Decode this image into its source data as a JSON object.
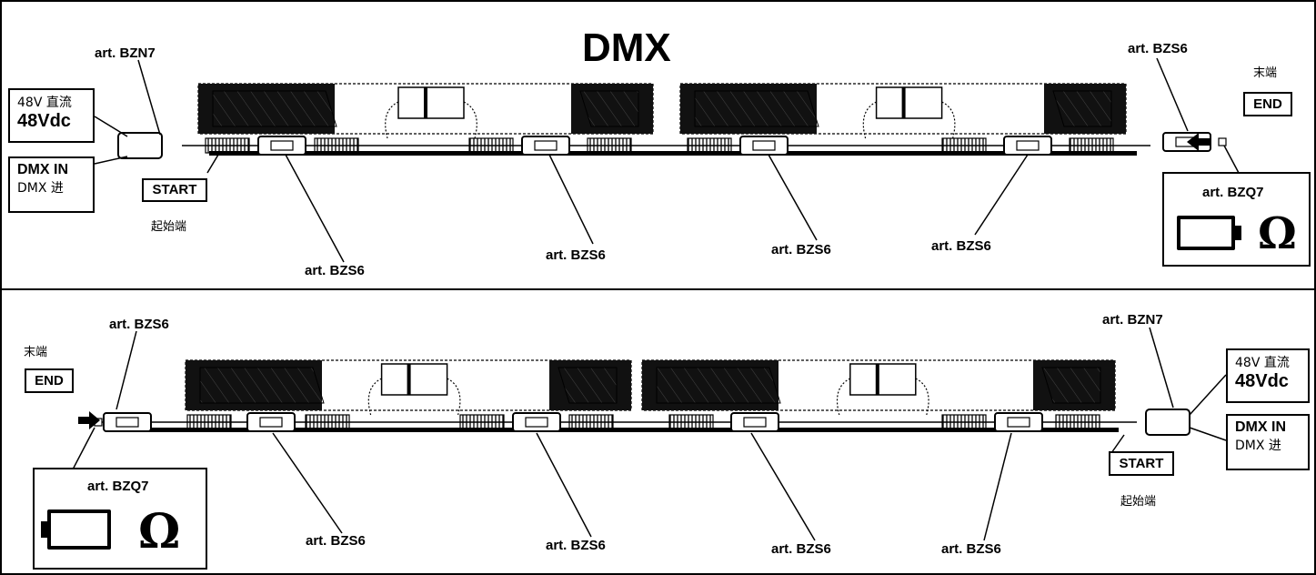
{
  "title": "DMX",
  "top_row": {
    "power_box": {
      "line1": "48V 直流",
      "line2": "48Vdc"
    },
    "dmx_box": {
      "line1": "DMX IN",
      "line2": "DMX 进"
    },
    "start_tag": "START",
    "start_cn": "起始端",
    "end_tag": "END",
    "end_cn": "末端",
    "connector_label": "art. BZN7",
    "end_connector_label": "art. BZS6",
    "terminator_label": "art. BZQ7",
    "omega": "Ω",
    "link_labels": [
      "art. BZS6",
      "art. BZS6",
      "art. BZS6",
      "art. BZS6"
    ]
  },
  "bottom_row": {
    "power_box": {
      "line1": "48V 直流",
      "line2": "48Vdc"
    },
    "dmx_box": {
      "line1": "DMX IN",
      "line2": "DMX 进"
    },
    "start_tag": "START",
    "start_cn": "起始端",
    "end_tag": "END",
    "end_cn": "末端",
    "connector_label": "art. BZN7",
    "end_connector_label": "art. BZS6",
    "terminator_label": "art. BZQ7",
    "omega": "Ω",
    "link_labels": [
      "art. BZS6",
      "art. BZS6",
      "art. BZS6",
      "art. BZS6"
    ]
  }
}
